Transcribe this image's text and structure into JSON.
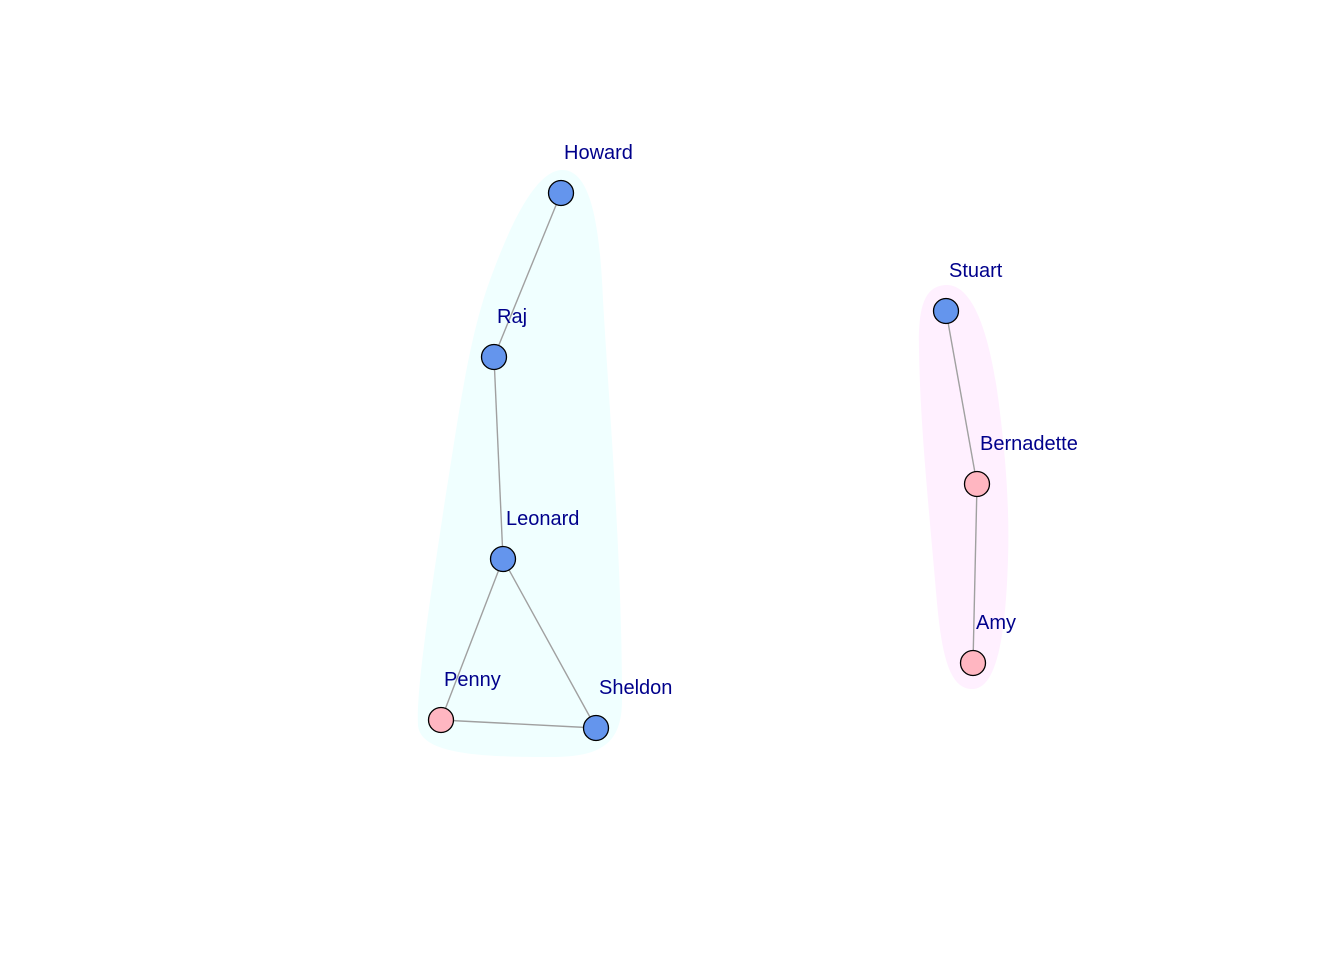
{
  "graph": {
    "colors": {
      "male": "#6495ED",
      "female": "#FFB6C1",
      "label": "#00008B",
      "edge": "#A0A0A0",
      "node_border": "#000000",
      "group_1": "#F0FFFF",
      "group_2": "#FFF0FF"
    },
    "nodes": [
      {
        "id": "Howard",
        "label": "Howard",
        "gender": "male",
        "group": 1
      },
      {
        "id": "Raj",
        "label": "Raj",
        "gender": "male",
        "group": 1
      },
      {
        "id": "Leonard",
        "label": "Leonard",
        "gender": "male",
        "group": 1
      },
      {
        "id": "Penny",
        "label": "Penny",
        "gender": "female",
        "group": 1
      },
      {
        "id": "Sheldon",
        "label": "Sheldon",
        "gender": "male",
        "group": 1
      },
      {
        "id": "Stuart",
        "label": "Stuart",
        "gender": "male",
        "group": 2
      },
      {
        "id": "Bernadette",
        "label": "Bernadette",
        "gender": "female",
        "group": 2
      },
      {
        "id": "Amy",
        "label": "Amy",
        "gender": "female",
        "group": 2
      }
    ],
    "edges": [
      {
        "source": "Howard",
        "target": "Raj"
      },
      {
        "source": "Raj",
        "target": "Leonard"
      },
      {
        "source": "Leonard",
        "target": "Penny"
      },
      {
        "source": "Leonard",
        "target": "Sheldon"
      },
      {
        "source": "Penny",
        "target": "Sheldon"
      },
      {
        "source": "Stuart",
        "target": "Bernadette"
      },
      {
        "source": "Bernadette",
        "target": "Amy"
      }
    ],
    "groups": [
      {
        "id": 1,
        "members": [
          "Howard",
          "Raj",
          "Leonard",
          "Penny",
          "Sheldon"
        ]
      },
      {
        "id": 2,
        "members": [
          "Stuart",
          "Bernadette",
          "Amy"
        ]
      }
    ]
  }
}
